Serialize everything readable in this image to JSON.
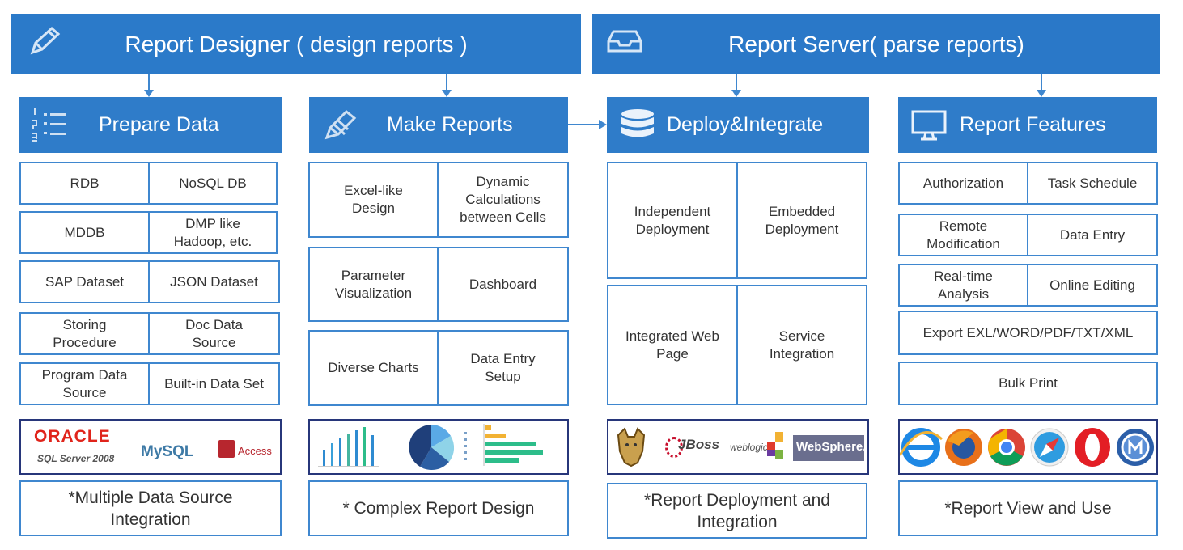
{
  "banners": {
    "designer": "Report Designer ( design reports )",
    "server": "Report Server( parse reports)"
  },
  "columns": [
    {
      "title": "Prepare Data",
      "icon": "numbered-list-icon",
      "cells": [
        [
          "RDB",
          "NoSQL DB"
        ],
        [
          "MDDB",
          "DMP like\nHadoop, etc."
        ],
        [
          "SAP Dataset",
          "JSON Dataset"
        ],
        [
          "Storing\nProcedure",
          "Doc Data\nSource"
        ],
        [
          "Program Data\nSource",
          "Built-in Data Set"
        ]
      ],
      "summary": "*Multiple Data Source\nIntegration"
    },
    {
      "title": "Make Reports",
      "icon": "pencil-icon",
      "cells": [
        [
          "Excel-like\nDesign",
          "Dynamic\nCalculations\nbetween Cells"
        ],
        [
          "Parameter\nVisualization",
          "Dashboard"
        ],
        [
          "Diverse Charts",
          "Data Entry\nSetup"
        ]
      ],
      "summary": "* Complex Report Design"
    },
    {
      "title": "Deploy&Integrate",
      "icon": "database-icon",
      "cells": [
        [
          "Independent\nDeployment",
          "Embedded\nDeployment"
        ],
        [
          "Integrated Web\nPage",
          "Service\nIntegration"
        ]
      ],
      "summary": "*Report Deployment and\nIntegration"
    },
    {
      "title": "Report Features",
      "icon": "monitor-icon",
      "cells": [
        [
          "Authorization",
          "Task Schedule"
        ],
        [
          "Remote\nModification",
          "Data Entry"
        ],
        [
          "Real-time\nAnalysis",
          "Online Editing"
        ],
        [
          "Export EXL/WORD/PDF/TXT/XML"
        ],
        [
          "Bulk Print"
        ]
      ],
      "summary": "*Report View and Use"
    }
  ],
  "logos": {
    "databases": [
      "ORACLE",
      "SQL Server 2008",
      "MySQL",
      "Access"
    ],
    "servers": [
      "JBoss",
      "weblogic",
      "WebSphere."
    ],
    "colors": {
      "oracle": "#e0241b",
      "mysql": "#3e7aa6",
      "access": "#b7262e",
      "websphere_bg": "#6a6e8e"
    }
  },
  "colors": {
    "banner": "#2b7ac9",
    "border": "#3f87cf"
  }
}
